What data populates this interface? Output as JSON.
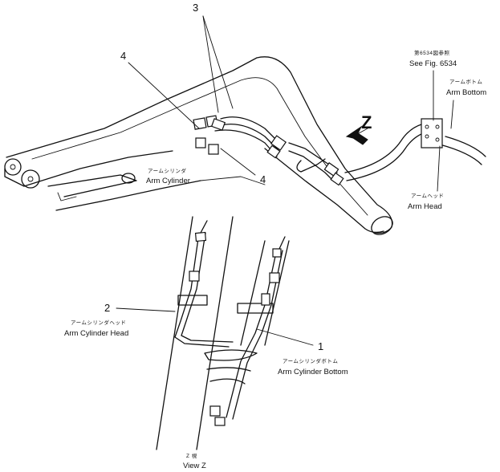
{
  "top_view": {
    "callouts": {
      "c3": "3",
      "c4_upper": "4",
      "c4_lower": "4"
    },
    "arm_cylinder": {
      "jp": "アームシリンダ",
      "en": "Arm Cylinder"
    },
    "see_fig": {
      "jp": "第6534図参照",
      "en": "See Fig. 6534"
    },
    "arm_bottom": {
      "jp": "アームボトム",
      "en": "Arm Bottom"
    },
    "arm_head": {
      "jp": "アームヘッド",
      "en": "Arm Head"
    },
    "view_arrow": "Z"
  },
  "detail_view": {
    "callouts": {
      "c2": "2",
      "c1": "1"
    },
    "arm_cylinder_head": {
      "jp": "アームシリンダヘッド",
      "en": "Arm Cylinder Head"
    },
    "arm_cylinder_bottom": {
      "jp": "アームシリンダボトム",
      "en": "Arm Cylinder Bottom"
    },
    "view_caption": {
      "jp": "Z 視",
      "en": "View Z"
    }
  }
}
